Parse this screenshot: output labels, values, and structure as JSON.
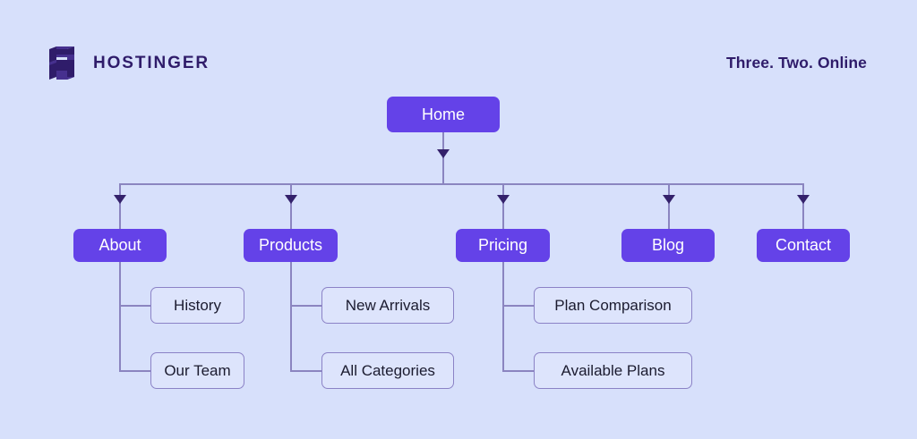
{
  "header": {
    "brand_name": "HOSTINGER",
    "brand_icon": "hostinger-h-logo",
    "tagline": "Three. Two. Online"
  },
  "colors": {
    "background": "#d7e0fb",
    "primary_node": "#6442e8",
    "primary_node_text": "#ffffff",
    "leaf_node_fill": "#dde4fc",
    "leaf_node_border": "#8b82c6",
    "connector_line": "#8b85c0",
    "arrowhead": "#34216b",
    "brand_text": "#2f1c6a"
  },
  "chart_data": {
    "type": "diagram",
    "diagram_type": "sitemap-tree",
    "title": "",
    "root": {
      "label": "Home",
      "level": 1,
      "style": "primary"
    },
    "sections": [
      {
        "label": "About",
        "level": 2,
        "style": "primary",
        "children": [
          {
            "label": "History",
            "level": 3,
            "style": "leaf"
          },
          {
            "label": "Our Team",
            "level": 3,
            "style": "leaf"
          }
        ]
      },
      {
        "label": "Products",
        "level": 2,
        "style": "primary",
        "children": [
          {
            "label": "New Arrivals",
            "level": 3,
            "style": "leaf"
          },
          {
            "label": "All Categories",
            "level": 3,
            "style": "leaf"
          }
        ]
      },
      {
        "label": "Pricing",
        "level": 2,
        "style": "primary",
        "children": [
          {
            "label": "Plan Comparison",
            "level": 3,
            "style": "leaf"
          },
          {
            "label": "Available Plans",
            "level": 3,
            "style": "leaf"
          }
        ]
      },
      {
        "label": "Blog",
        "level": 2,
        "style": "primary",
        "children": []
      },
      {
        "label": "Contact",
        "level": 2,
        "style": "primary",
        "children": []
      }
    ]
  },
  "nodes": {
    "home": "Home",
    "about": "About",
    "products": "Products",
    "pricing": "Pricing",
    "blog": "Blog",
    "contact": "Contact",
    "history": "History",
    "our_team": "Our Team",
    "new_arrivals": "New Arrivals",
    "all_categories": "All Categories",
    "plan_comparison": "Plan Comparison",
    "available_plans": "Available Plans"
  }
}
